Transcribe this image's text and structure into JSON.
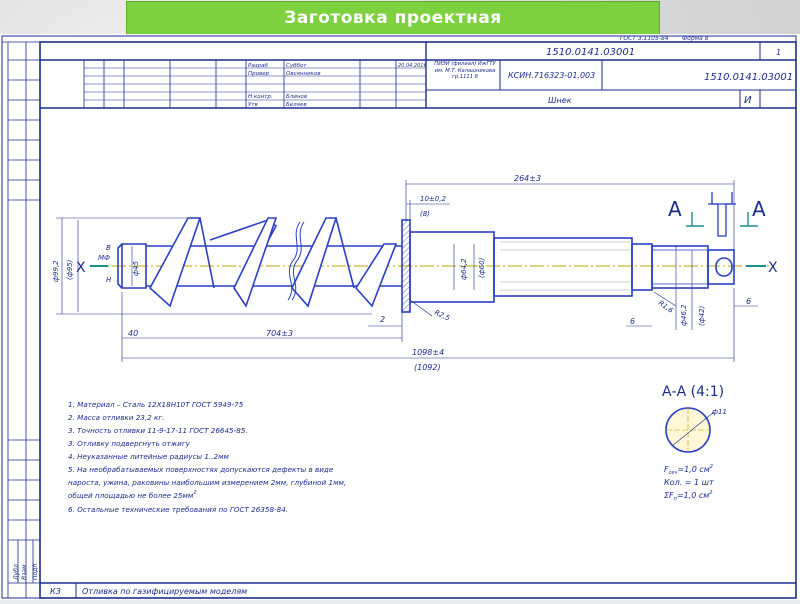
{
  "slide": {
    "title": "Заготовка проектная"
  },
  "form_ref": {
    "standard": "ГОСТ 3.1105-84",
    "form": "Форма 8"
  },
  "title_block": {
    "doc_number": "1510.0141.03001",
    "doc_number_right": "1510.0141.03001",
    "sheet": "1",
    "organization": "ПИЭИ (филиал) ИжГТУ им. М.Т. Калашникова гр.1111 б",
    "product_code": "КСИН.716323-01.003",
    "part_name": "Шнек",
    "letter": "И",
    "roles": [
      {
        "role": "Разраб",
        "name": "Суббот",
        "date": "20.04.2016"
      },
      {
        "role": "Провер",
        "name": "Овсянников",
        "date": ""
      },
      {
        "role": "Н.контр.",
        "name": "Блинов",
        "date": ""
      },
      {
        "role": "Утв",
        "name": "Беляев",
        "date": ""
      }
    ]
  },
  "dimensions": {
    "d_left_1": "ф99,2",
    "d_left_2": "(ф95)",
    "d_45": "ф45",
    "d_64": "ф64,2",
    "d_60": "(ф60)",
    "d_46": "ф46,2",
    "d_42": "(ф42)",
    "len_40": "40",
    "len_704": "704±3",
    "len_1098": "1098±4",
    "len_1092": "(1092)",
    "len_264": "264±3",
    "len_10": "10±0,2",
    "len_8": "(8)",
    "len_2": "2",
    "len_6a": "6",
    "len_6b": "6",
    "r_25": "R2,5",
    "r_16": "R1,6",
    "label_b": "В",
    "label_mf": "МФ",
    "label_h": "Н"
  },
  "section_marks": {
    "x_left": "X",
    "x_right": "X",
    "a_left": "А",
    "a_right": "А"
  },
  "section_view": {
    "title": "А-А (4:1)",
    "diameter": "ф11",
    "area_text": "F",
    "area_sub": "сеч",
    "area_value": "=1,0 см",
    "qty_text": "Кол. = 1 шт",
    "sum_text": "ΣF",
    "sum_sub": "п",
    "sum_value": "=1,0 см",
    "exp": "2"
  },
  "notes": [
    "1. Материал – Сталь 12Х18Н10Т ГОСТ 5949-75",
    "2. Масса отливки 23,2 кг.",
    "3. Точность отливки 11-9-17-11 ГОСТ 26645-85.",
    "3. Отливку подвергнуть отжигу",
    "4. Неуказанные литейные радиусы 1..2мм",
    "5. На необрабатываемых поверхностях допускаются дефекты в виде",
    "нароста, ужина, раковины наибольшим измерением 2мм, глубиной 1мм,",
    "общей площадью не более 25мм",
    "6. Остальные технические требования по ГОСТ 26358-84."
  ],
  "notes_exp": "2",
  "footer": {
    "code": "КЗ",
    "text": "Отливка по газифицируемым моделям"
  },
  "side_labels": {
    "a": "Дубл",
    "b": "Взам",
    "c": "Подп"
  },
  "colors": {
    "line": "#1b2d8f",
    "metal": "#2a3fc7",
    "axis": "#b8a400",
    "title_bg": "#7dd13f"
  }
}
